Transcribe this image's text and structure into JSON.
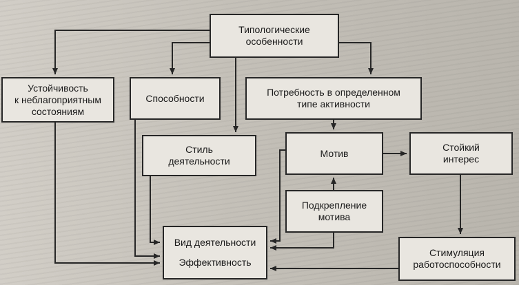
{
  "diagram": {
    "nodes": {
      "typological": {
        "line1": "Типологические",
        "line2": "особенности"
      },
      "resistance": {
        "line1": "Устойчивость",
        "line2": "к неблагоприятным",
        "line3": "состояниям"
      },
      "abilities": {
        "line1": "Способности"
      },
      "need": {
        "line1": "Потребность в определенном",
        "line2": "типе активности"
      },
      "style": {
        "line1": "Стиль",
        "line2": "деятельности"
      },
      "motive": {
        "line1": "Мотив"
      },
      "interest": {
        "line1": "Стойкий",
        "line2": "интерес"
      },
      "reinforcement": {
        "line1": "Подкрепление",
        "line2": "мотива"
      },
      "activity_type": {
        "line1": "Вид деятельности"
      },
      "effectiveness": {
        "line1": "Эффективность"
      },
      "stimulation": {
        "line1": "Стимуляция",
        "line2": "работоспособности"
      }
    },
    "edges": [
      {
        "from": "typological",
        "to": "resistance"
      },
      {
        "from": "typological",
        "to": "abilities"
      },
      {
        "from": "typological",
        "to": "need"
      },
      {
        "from": "typological",
        "to": "style"
      },
      {
        "from": "need",
        "to": "motive"
      },
      {
        "from": "motive",
        "to": "interest"
      },
      {
        "from": "reinforcement",
        "to": "motive"
      },
      {
        "from": "motive",
        "to": "activity_type"
      },
      {
        "from": "reinforcement",
        "to": "activity_type"
      },
      {
        "from": "style",
        "to": "activity_type"
      },
      {
        "from": "abilities",
        "to": "effectiveness"
      },
      {
        "from": "resistance",
        "to": "effectiveness"
      },
      {
        "from": "interest",
        "to": "stimulation"
      },
      {
        "from": "stimulation",
        "to": "effectiveness"
      }
    ],
    "colors": {
      "line": "#262626",
      "box_fill": "#e9e6e0",
      "paper": "#c9c5bd"
    }
  }
}
